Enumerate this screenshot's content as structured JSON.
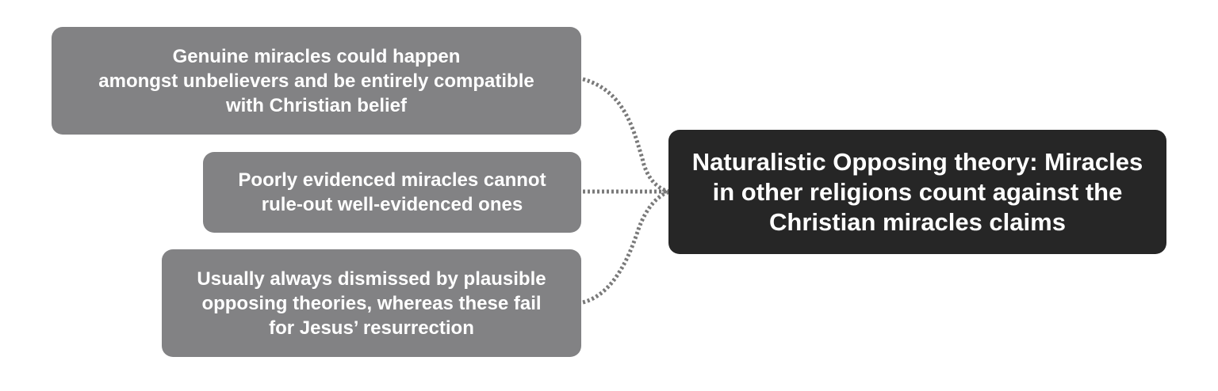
{
  "central": {
    "text": "Naturalistic Opposing theory: Miracles\nin other religions count against the\nChristian miracles claims"
  },
  "branches": [
    {
      "text": "Genuine miracles could happen\namongst unbelievers and be entirely compatible\nwith Christian belief"
    },
    {
      "text": "Poorly evidenced miracles cannot\nrule-out well-evidenced ones"
    },
    {
      "text": "Usually always dismissed by plausible\nopposing theories, whereas these fail\nfor Jesus’ resurrection"
    }
  ],
  "colors": {
    "central_fill": "#262626",
    "branch_fill": "#828284",
    "connector": "#7a7a7a",
    "text": "#ffffff"
  }
}
